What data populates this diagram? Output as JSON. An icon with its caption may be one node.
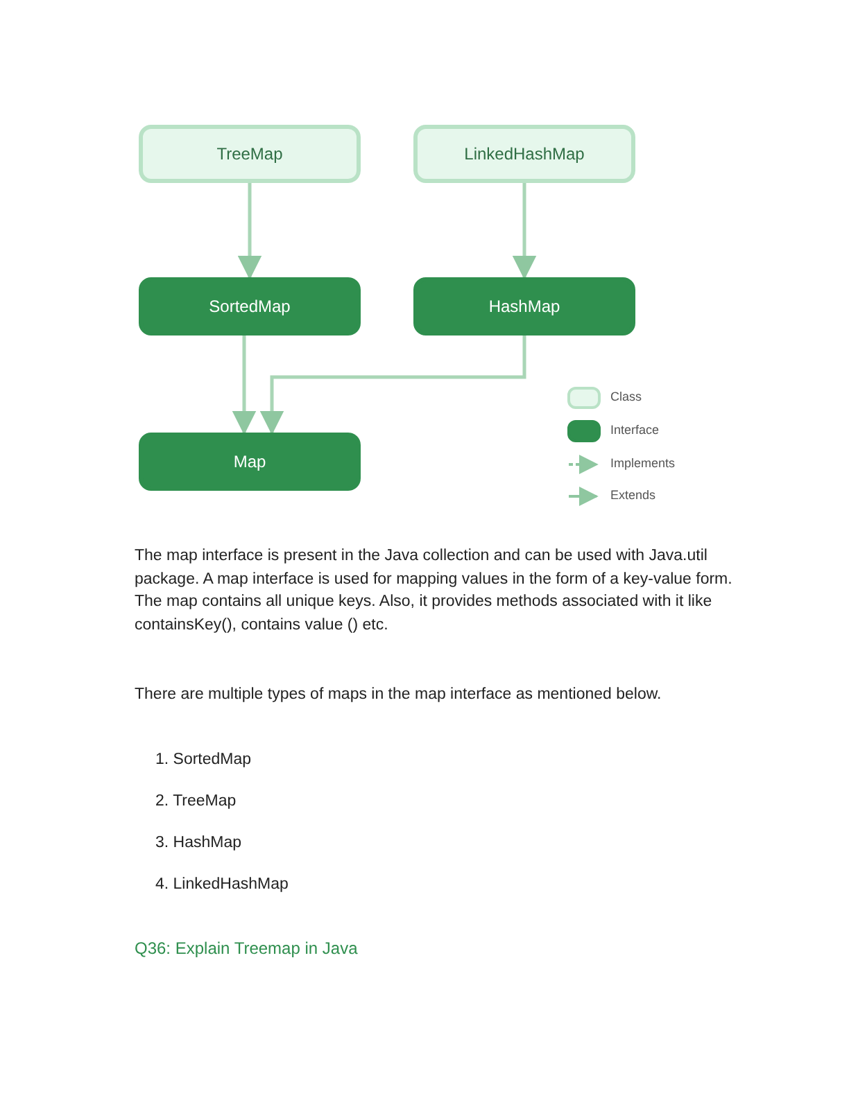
{
  "diagram": {
    "nodes": [
      {
        "text": [
          "TreeMap"
        ]
      },
      {
        "text": [
          "LinkedHashMap"
        ]
      },
      {
        "text": [
          "SortedMap"
        ]
      },
      {
        "text": [
          "HashMap"
        ]
      },
      {
        "text": [
          "Map"
        ]
      }
    ],
    "edges": [
      {
        "from": 0,
        "to": 2,
        "arrow": "to"
      },
      {
        "from": 1,
        "to": 3,
        "arrow": "to"
      },
      {
        "from": 2,
        "to": 4,
        "arrow": "to"
      },
      {
        "from": 3,
        "to": 4,
        "arrow": "to"
      }
    ],
    "labels": [
      "The map interface is present in the Java collection and can be used with Java.util package. A map interface is used for mapping values in the form of a key-value form. The map contains all unique keys. Also, it provides methods associated with it like containsKey(), contains value () etc.",
      "There are multiple types of maps in the map interface as mentioned below.",
      "1. SortedMap",
      "2. TreeMap",
      "3. HashMap",
      "4. LinkedHashMap",
      "Q36: Explain Treemap in Java"
    ],
    "legend": [
      {
        "text": "Class",
        "color": "#e6f7ec"
      },
      {
        "text": "Interface",
        "color": "#2f8f4e"
      },
      {
        "text": "Implements"
      },
      {
        "text": "Extends"
      }
    ]
  }
}
